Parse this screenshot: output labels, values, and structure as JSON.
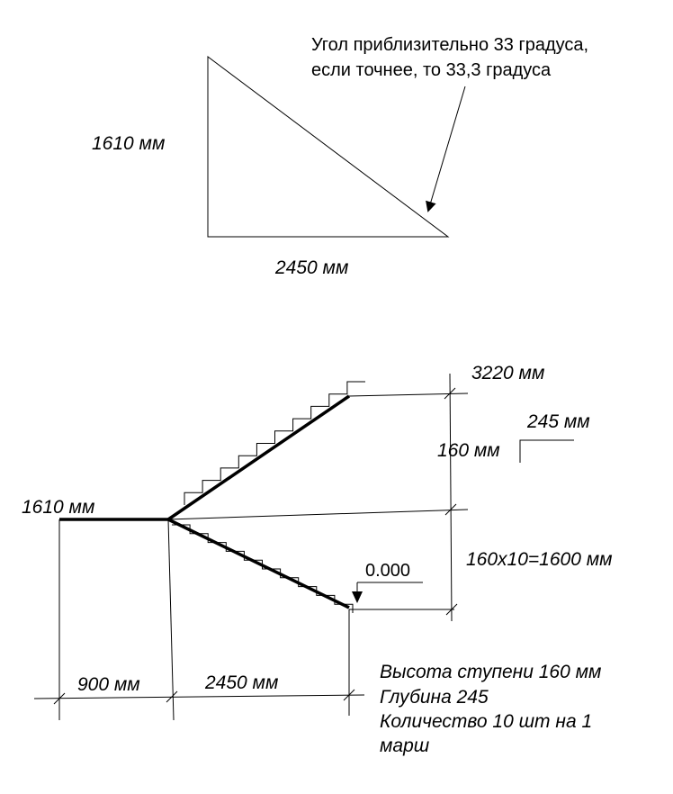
{
  "triangle": {
    "height_label": "1610 мм",
    "base_label": "2450 мм",
    "angle_note_line1": "Угол приблизительно 33 градуса,",
    "angle_note_line2": "если точнее, то 33,3 градуса"
  },
  "stair": {
    "top_level_label": "3220 мм",
    "tread_label": "245 мм",
    "riser_label": "160 мм",
    "landing_label": "1610 мм",
    "total_height_label": "160x10=1600 мм",
    "zero_mark_label": "0.000",
    "landing_width_label": "900 мм",
    "flight_length_label": "2450 мм",
    "step_count": 10
  },
  "notes": {
    "line1": "Высота ступени 160 мм",
    "line2": "Глубина 245",
    "line3": "Количество 10 шт на 1",
    "line4": "марш"
  }
}
